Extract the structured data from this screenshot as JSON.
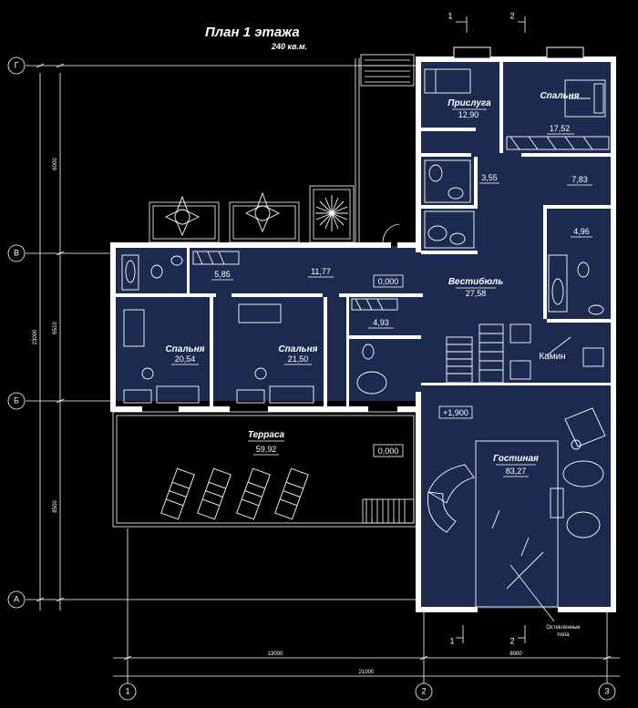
{
  "title": "План 1 этажа",
  "subtitle": "240 кв.м.",
  "rooms": {
    "prisluga": {
      "name": "Прислуга",
      "area": "12,90"
    },
    "spalnya_top": {
      "name": "Спальня",
      "area": "17,52"
    },
    "wc_top": {
      "area": "3,55"
    },
    "hall_top": {
      "area": "7,83"
    },
    "wc_right": {
      "area": "4,96"
    },
    "vestibule": {
      "name": "Вестибюль",
      "area": "27,58"
    },
    "corridor_small": {
      "area": "5,85"
    },
    "corridor": {
      "area": "11,77"
    },
    "level_corridor": {
      "value": "0,000"
    },
    "wc_mid": {
      "area": "4,93"
    },
    "spalnya_left": {
      "name": "Спальня",
      "area": "20,54"
    },
    "spalnya_mid": {
      "name": "Спальня",
      "area": "21,50"
    },
    "fireplace": {
      "name": "Камин"
    },
    "terrace": {
      "name": "Терраса",
      "area": "59,92"
    },
    "level_terrace": {
      "value": "0,000"
    },
    "level_living": {
      "value": "+1,900"
    },
    "living": {
      "name": "Гостиная",
      "area": "83,27"
    },
    "glass_floor": {
      "line1": "Остекленные",
      "line2": "пола"
    }
  },
  "axes": {
    "rows": [
      "Г",
      "В",
      "Б",
      "А"
    ],
    "cols": [
      "1",
      "2",
      "3"
    ]
  },
  "sections": [
    "1",
    "2",
    "1",
    "2"
  ],
  "dims": {
    "d_6000": "6000",
    "d_23000": "23000",
    "d_6510": "6510",
    "d_8500": "8500",
    "d_13000": "13000",
    "d_8000": "8000",
    "d_21000": "21000"
  }
}
